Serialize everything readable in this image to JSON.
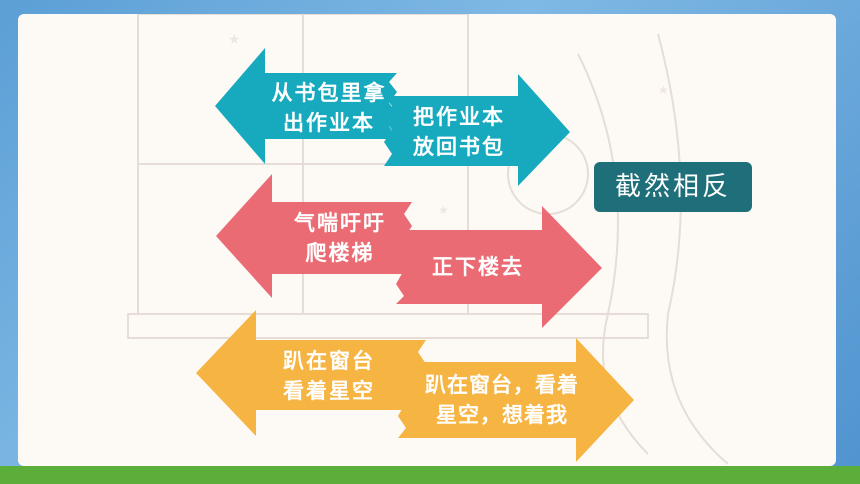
{
  "colors": {
    "teal": "#17a9bd",
    "red": "#ea6b74",
    "orange": "#f6b443",
    "badge": "#1f6f7a"
  },
  "pairs": [
    {
      "left": [
        "从书包里拿",
        "出作业本"
      ],
      "right": [
        "把作业本",
        "放回书包"
      ]
    },
    {
      "left": [
        "气喘吁吁",
        "爬楼梯"
      ],
      "right": [
        "正下楼去"
      ]
    },
    {
      "left": [
        "趴在窗台",
        "看着星空"
      ],
      "right": [
        "趴在窗台，看着",
        "星空，想着我"
      ]
    }
  ],
  "badge": {
    "text": "截然相反"
  }
}
